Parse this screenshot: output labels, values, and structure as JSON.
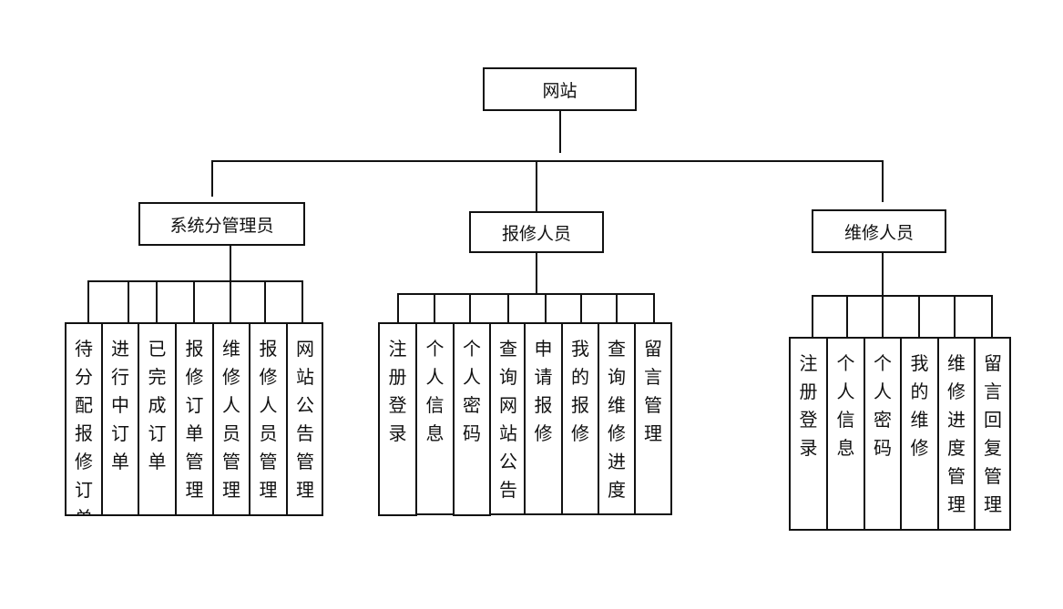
{
  "root": {
    "label": "网站"
  },
  "groups": [
    {
      "label": "系统分管理员",
      "children": [
        "待分配报修订单",
        "进行中订单",
        "已完成订单",
        "报修订单管理",
        "维修人员管理",
        "报修人员管理",
        "网站公告管理"
      ]
    },
    {
      "label": "报修人员",
      "children": [
        "注册登录",
        "个人信息",
        "个人密码",
        "查询网站公告",
        "申请报修",
        "我的报修",
        "查询维修进度",
        "留言管理"
      ]
    },
    {
      "label": "维修人员",
      "children": [
        "注册登录",
        "个人信息",
        "个人密码",
        "我的维修",
        "维修进度管理",
        "留言回复管理"
      ]
    }
  ]
}
